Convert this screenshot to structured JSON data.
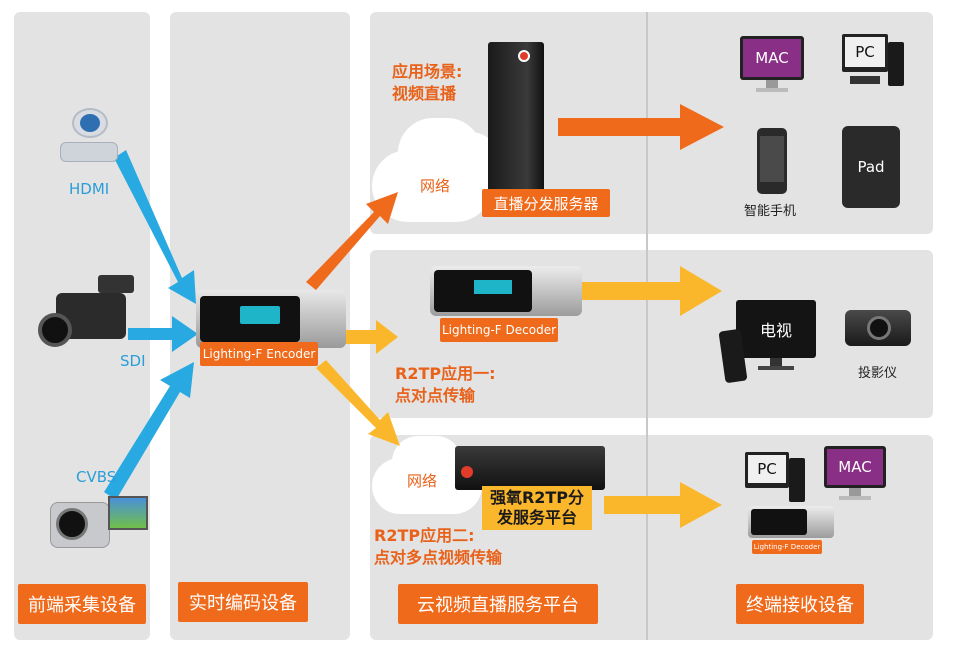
{
  "columns": {
    "frontend": "前端采集设备",
    "encoder": "实时编码设备",
    "platform": "云视频直播服务平台",
    "terminal": "终端接收设备"
  },
  "inputs": {
    "hdmi": "HDMI",
    "sdi": "SDI",
    "cvbs": "CVBS"
  },
  "encoder_label": "Lighting-F Encoder",
  "scenario_live": {
    "line1": "应用场景:",
    "line2": "视频直播"
  },
  "network_top": "网络",
  "network_bottom": "网络",
  "live_server": "直播分发服务器",
  "decoder_label": "Lighting-F Decoder",
  "r2tp1": {
    "line1": "R2TP应用一:",
    "line2": "点对点传输"
  },
  "r2tp2": {
    "line1": "R2TP应用二:",
    "line2": "点对多点视频传输"
  },
  "r2tp_platform": {
    "line1": "强氧R2TP分",
    "line2": "发服务平台"
  },
  "devices_top": {
    "mac": "MAC",
    "pc": "PC",
    "phone": "智能手机",
    "pad": "Pad"
  },
  "devices_mid": {
    "tv": "电视",
    "projector": "投影仪"
  },
  "devices_bottom": {
    "pc": "PC",
    "mac": "MAC",
    "decoder": "Lighting-F Decoder"
  },
  "colors": {
    "orange": "#ef6a1b",
    "blue_arrow": "#29a9e1",
    "yellow_arrow": "#fbb72b",
    "panel": "#e3e3e4"
  }
}
